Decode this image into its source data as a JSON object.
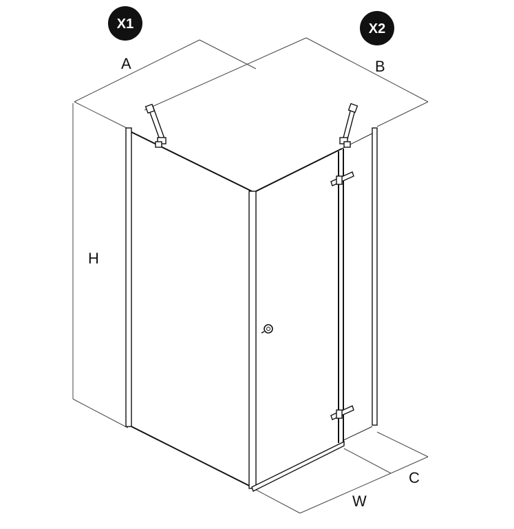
{
  "badges": {
    "x1": "X1",
    "x2": "X2"
  },
  "dimensions": {
    "a": "A",
    "b": "B",
    "h": "H",
    "c": "C",
    "w": "W"
  }
}
